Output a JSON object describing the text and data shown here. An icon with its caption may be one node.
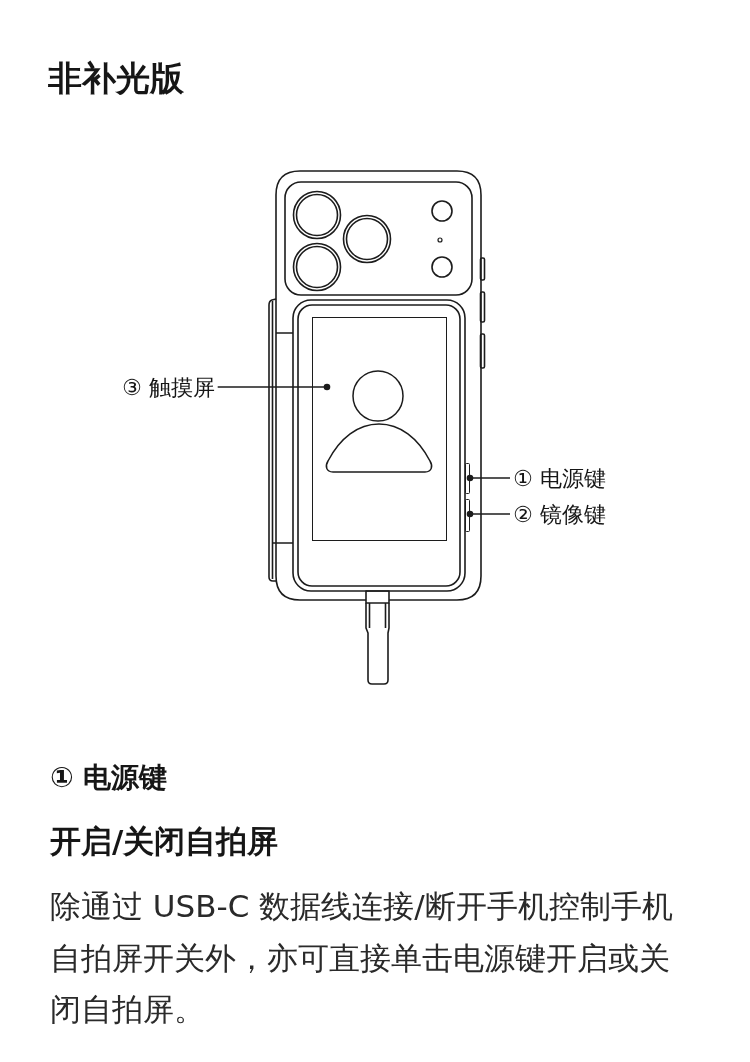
{
  "diagram": {
    "title": "非补光版",
    "nodes": [
      {
        "text": [
          "③ 触摸屏"
        ]
      },
      {
        "text": [],
        "shape": "box"
      },
      {
        "text": [
          "① 电源键"
        ]
      },
      {
        "text": [],
        "shape": "bar"
      },
      {
        "text": [
          "② 镜像键"
        ]
      },
      {
        "text": [],
        "shape": "bar"
      }
    ],
    "edges": [
      {
        "from": 0,
        "to": 1,
        "arrow": "other"
      },
      {
        "from": 2,
        "to": 3,
        "arrow": "other"
      },
      {
        "from": 4,
        "to": 5,
        "arrow": "other"
      }
    ],
    "labels": [
      "① 电源键",
      "开启/关闭自拍屏",
      "除通过 USB-C 数据线连接/断开手机控制手机自拍屏开关外，亦可直接单击电源键开启或关闭自拍屏。"
    ]
  }
}
